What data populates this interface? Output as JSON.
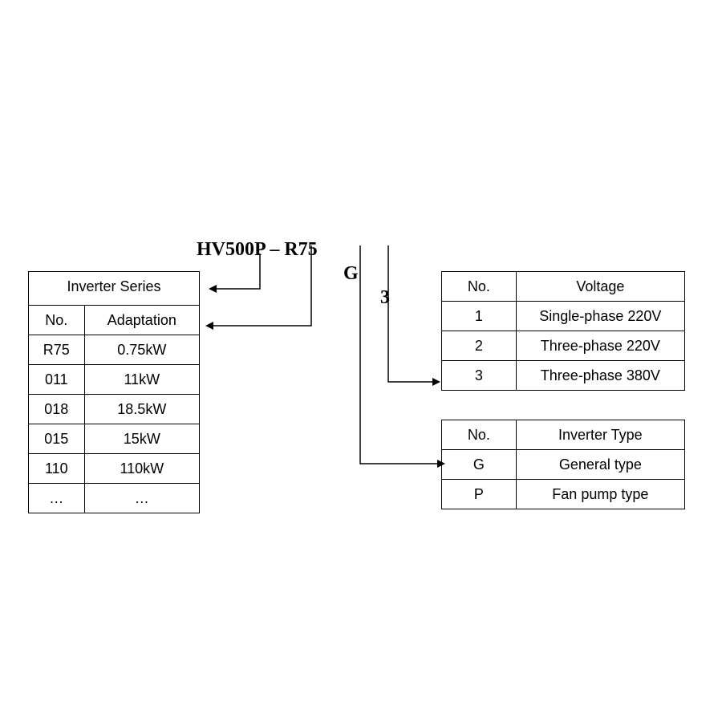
{
  "model_code": {
    "part1": "HV500P – R75",
    "part2": "G",
    "part3": "3"
  },
  "inverter_series": {
    "title": "Inverter Series",
    "headers": [
      "No.",
      "Adaptation"
    ],
    "rows": [
      [
        "R75",
        "0.75kW"
      ],
      [
        "011",
        "11kW"
      ],
      [
        "018",
        "18.5kW"
      ],
      [
        "015",
        "15kW"
      ],
      [
        "110",
        "110kW"
      ],
      [
        "…",
        "…"
      ]
    ]
  },
  "voltage": {
    "headers": [
      "No.",
      "Voltage"
    ],
    "rows": [
      [
        "1",
        "Single-phase 220V"
      ],
      [
        "2",
        "Three-phase 220V"
      ],
      [
        "3",
        "Three-phase 380V"
      ]
    ]
  },
  "inverter_type": {
    "headers": [
      "No.",
      "Inverter Type"
    ],
    "rows": [
      [
        "G",
        "General type"
      ],
      [
        "P",
        "Fan pump type"
      ]
    ]
  }
}
